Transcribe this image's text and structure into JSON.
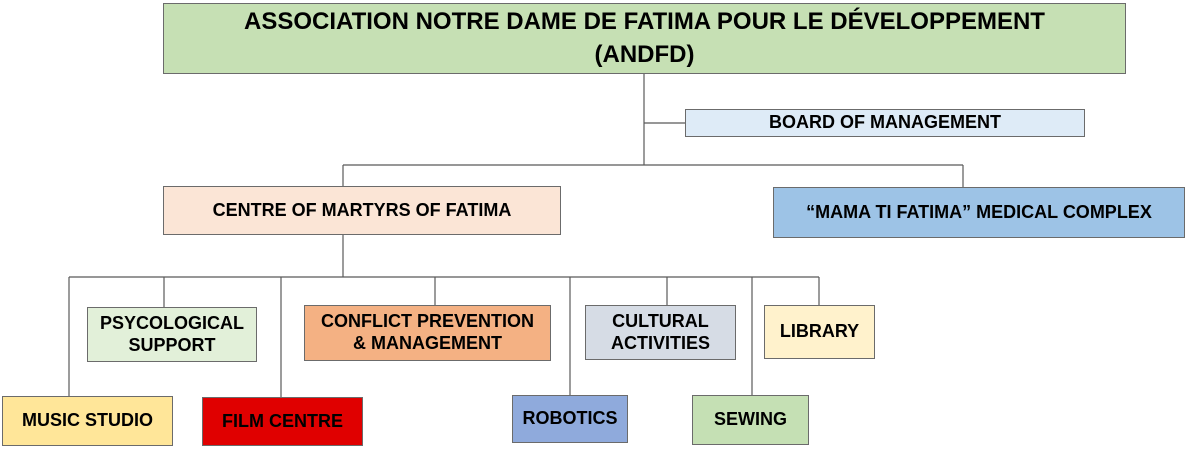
{
  "org_chart": {
    "root": {
      "line1": "ASSOCIATION NOTRE DAME DE FATIMA POUR LE DÉVELOPPEMENT",
      "line2": "(ANDFD)"
    },
    "board": {
      "label": "BOARD OF MANAGEMENT"
    },
    "centre": {
      "label": "CENTRE OF MARTYRS OF FATIMA"
    },
    "medical": {
      "label": "“MAMA TI FATIMA” MEDICAL COMPLEX"
    },
    "departments": {
      "psychological": {
        "line1": "PSYCOLOGICAL",
        "line2": "SUPPORT"
      },
      "conflict": {
        "line1": "CONFLICT PREVENTION",
        "line2": "& MANAGEMENT"
      },
      "cultural": {
        "line1": "CULTURAL",
        "line2": "ACTIVITIES"
      },
      "library": {
        "label": "LIBRARY"
      },
      "music": {
        "label": "MUSIC STUDIO"
      },
      "film": {
        "label": "FILM CENTRE"
      },
      "robotics": {
        "label": "ROBOTICS"
      },
      "sewing": {
        "label": "SEWING"
      }
    },
    "colors": {
      "root": "#c6e0b4",
      "board": "#deebf7",
      "centre": "#fbe5d6",
      "medical": "#9dc3e6",
      "psychological": "#e2f0d9",
      "conflict": "#f4b183",
      "cultural": "#d6dce5",
      "library": "#fff2cc",
      "music": "#ffe699",
      "film": "#e00000",
      "robotics": "#8faadc",
      "sewing": "#c5e0b4",
      "connector": "#595959"
    }
  }
}
